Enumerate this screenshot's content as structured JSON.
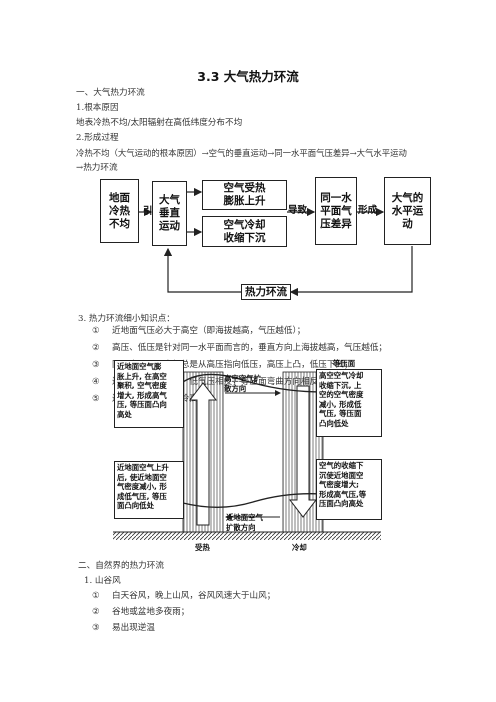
{
  "title": "3.3  大气热力环流",
  "sec1": "一、大气热力环流",
  "p1_head": "1.根本原因",
  "p1_body": "地表冷热不均/太阳辐射在高低纬度分布不均",
  "p2_head": "2.形成过程",
  "p2_body_1": "冷热不均（大气运动的根本原因）→空气的垂直运动→同一水平面气压差异→大气水平运动",
  "p2_body_2": "→热力环流",
  "flow": {
    "box1": "地面\n冷热\n不均",
    "lbl1": "引起",
    "box2": "大气\n垂直\n运动",
    "box3a": "空气受热\n膨胀上升",
    "box3b": "空气冷却\n收缩下沉",
    "lbl2": "导致",
    "box4": "同一水\n平面气\n压差异",
    "lbl3": "形成",
    "box5": "大气的\n水平运\n动",
    "bottom": "热力环流"
  },
  "p3_head": "3.  热力环流细小知识点：",
  "list": [
    {
      "num": "①",
      "text": "近地面气压必大于高空（即海拔越高，气压越低）；"
    },
    {
      "num": "②",
      "text": "高压、低压是针对同一水平面而言的，垂直方向上海拔越高，气压越低；"
    },
    {
      "num": "③",
      "text": "同一水平面，大气总是从高压指向低压，高压上凸，低压下凹；"
    },
    {
      "num": "④",
      "text": "近地面与高空的高、低气压相反，等压面弯曲方向相反；"
    },
    {
      "num": "⑤",
      "text": "近地面：热低压，冷高压"
    }
  ],
  "diagram": {
    "isobar_label": "等压面",
    "tl": "近地面空气膨\n胀上升, 在高空\n聚积, 空气密度\n增大, 形成高气\n压, 等压面凸向\n高处",
    "cm_top": "高空空气扩\n散方向",
    "tr": "高空空气冷却\n收缩下沉, 上\n空的空气密度\n减小, 形成低\n气压, 等压面\n凸向低处",
    "bl": "近地面空气上升\n后, 使近地面空\n气密度减小, 形\n成低气压, 等压\n面凸向低处",
    "cm_bot": "近地面空气\n扩散方向",
    "br": "空气的收缩下\n沉使近地面空\n气密度增大;\n形成高气压,等\n压面凸向高处",
    "heat": "受热",
    "cool": "冷却"
  },
  "sec2": "二、自然界的热力环流",
  "s2_head": "1.  山谷风",
  "list2": [
    {
      "num": "①",
      "text": "白天谷风，晚上山风，谷风风速大于山风；"
    },
    {
      "num": "②",
      "text": "谷地或盆地多夜雨；"
    },
    {
      "num": "③",
      "text": "易出现逆温"
    }
  ]
}
